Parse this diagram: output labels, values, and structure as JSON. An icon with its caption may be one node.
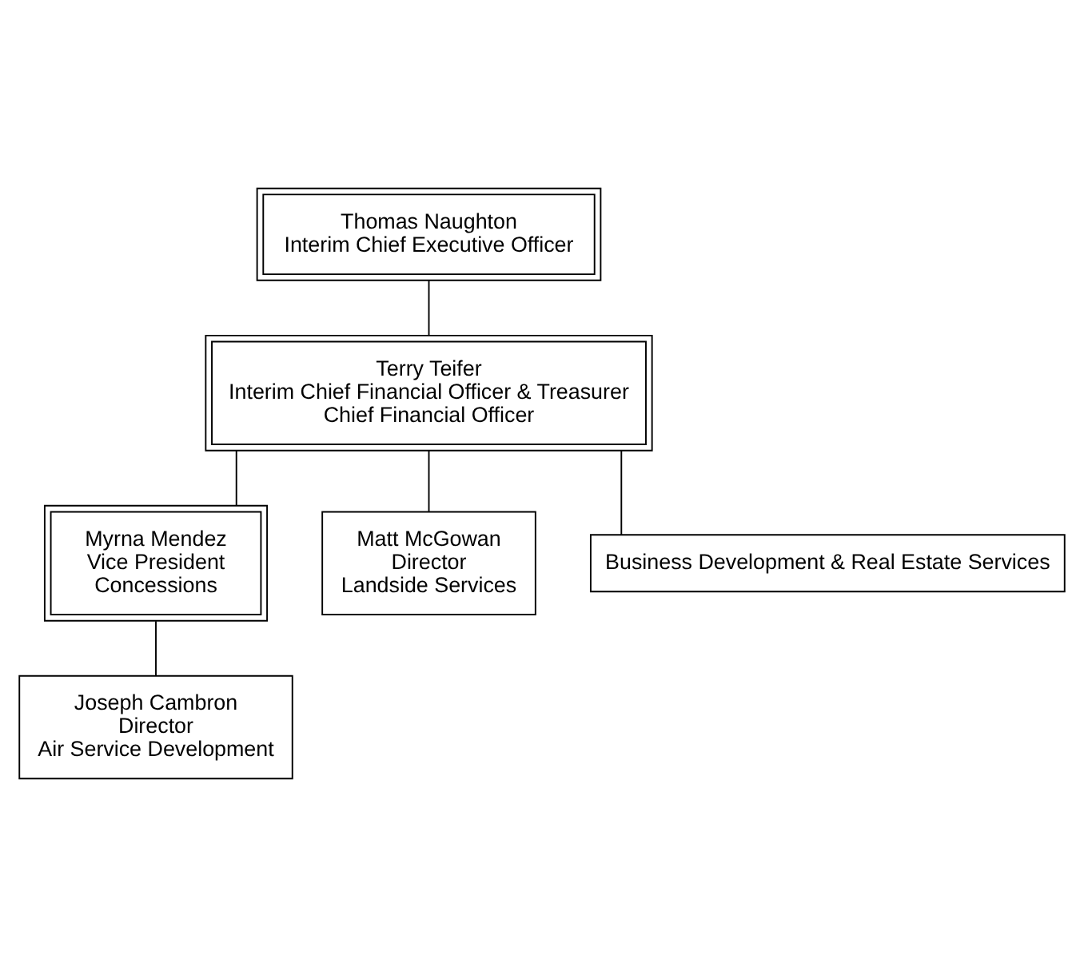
{
  "diagram": {
    "nodes": [
      {
        "text": [
          "Thomas Naughton",
          "Interim Chief Executive Officer"
        ]
      },
      {
        "text": [
          "Terry Teifer",
          "Interim Chief Financial Officer & Treasurer",
          "Chief Financial Officer"
        ]
      },
      {
        "text": [
          "Myrna Mendez",
          "Vice President",
          "Concessions"
        ]
      },
      {
        "text": [
          "Matt McGowan",
          "Director",
          "Landside Services"
        ]
      },
      {
        "text": [
          "Business Development & Real Estate Services"
        ]
      },
      {
        "text": [
          "Joseph Cambron",
          "Director",
          "Air Service Development"
        ]
      }
    ],
    "edges": [
      {
        "from": 0,
        "to": 1,
        "arrow": "none"
      },
      {
        "from": 1,
        "to": 2,
        "arrow": "none"
      },
      {
        "from": 1,
        "to": 3,
        "arrow": "none"
      },
      {
        "from": 1,
        "to": 4,
        "arrow": "none"
      },
      {
        "from": 2,
        "to": 5,
        "arrow": "none"
      }
    ]
  }
}
